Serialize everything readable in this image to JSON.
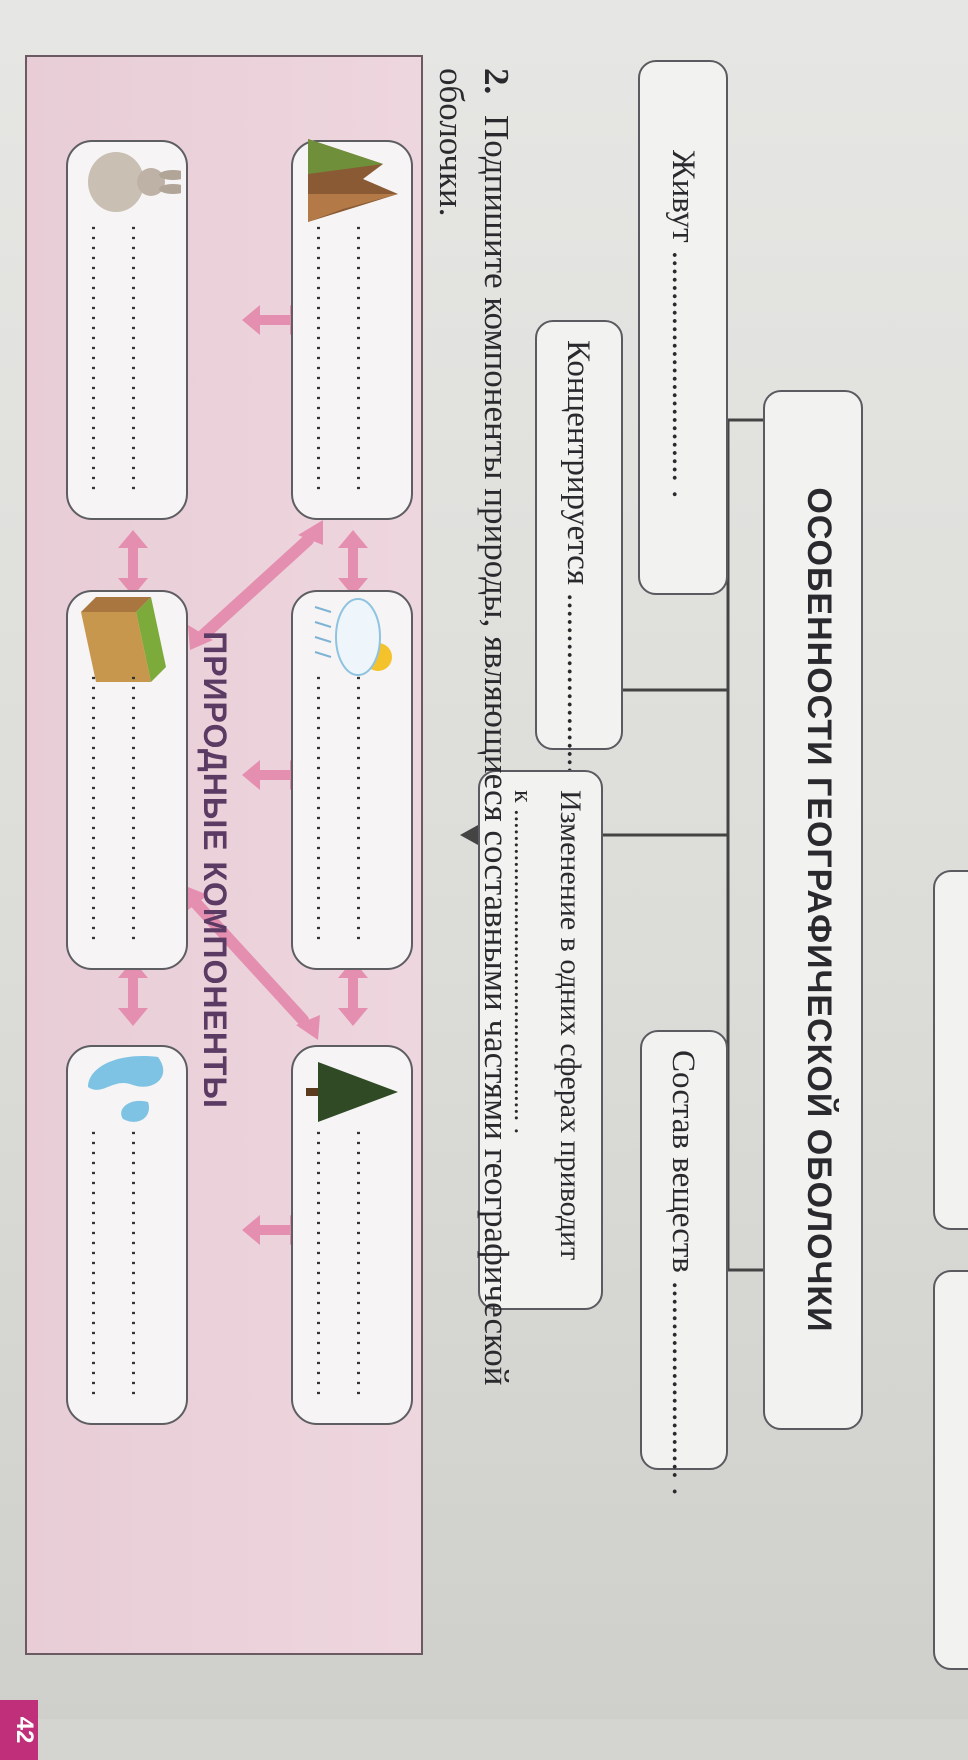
{
  "scheme": {
    "title": "ОСОБЕННОСТИ ГЕОГРАФИЧЕСКОЙ ОБОЛОЧКИ",
    "boxes": [
      {
        "label": "Живут ............................ ."
      },
      {
        "label": "Концентрируется ........................ ."
      },
      {
        "line1": "Изменение в одних сферах приводит",
        "line2": "к ................................................ ."
      },
      {
        "label": "Состав веществ ........................ ."
      }
    ]
  },
  "task": {
    "number": "2.",
    "line1": "Подпишите компоненты природы, являющиеся составными частями географической",
    "line2": "оболочки."
  },
  "components": {
    "center_label": "ПРИРОДНЫЕ КОМПОНЕНТЫ",
    "dots": "....................................",
    "cards": [
      {
        "icon": "mountain-icon"
      },
      {
        "icon": "cloud-rain-sun-icon"
      },
      {
        "icon": "fir-tree-icon"
      },
      {
        "icon": "rabbit-icon"
      },
      {
        "icon": "soil-block-icon"
      },
      {
        "icon": "water-lakes-icon"
      }
    ]
  },
  "page_number": "42",
  "colors": {
    "arrow_pink": "#e58fb0",
    "frame_pink": "#eed6de",
    "accent_magenta": "#c0307a"
  }
}
